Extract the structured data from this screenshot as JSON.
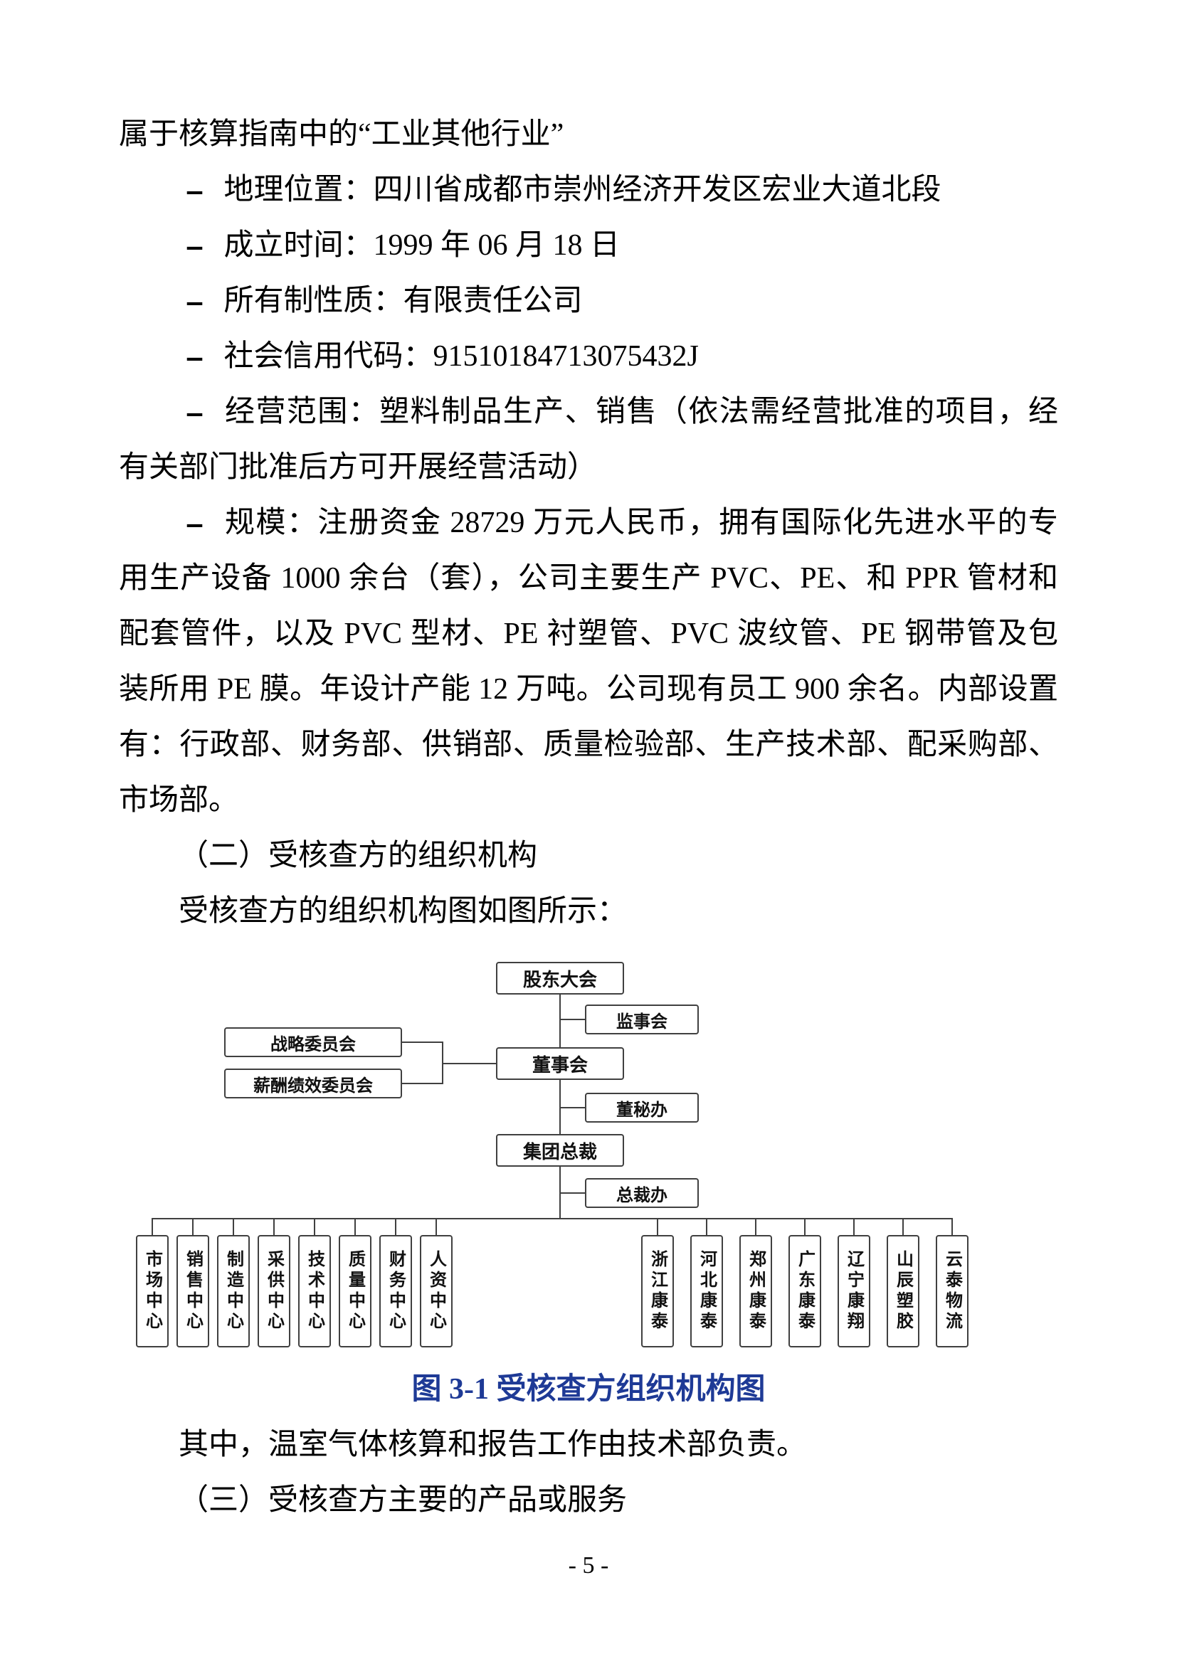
{
  "page": {
    "footer_page_number": "- 5 -"
  },
  "colors": {
    "caption_blue": "#1e3a96",
    "body_text": "#000000",
    "chart_line": "#404040"
  },
  "content": {
    "continuation_line": "属于核算指南中的“工业其他行业”",
    "bullet_marker": "–",
    "bullet_items": [
      "地理位置：四川省成都市崇州经济开发区宏业大道北段",
      "成立时间：1999 年 06 月 18 日",
      "所有制性质：有限责任公司",
      "社会信用代码：91510184713075432J",
      "经营范围：塑料制品生产、销售（依法需经营批准的项目，经有关部门批准后方可开展经营活动）",
      "规模：注册资金 28729 万元人民币，拥有国际化先进水平的专用生产设备 1000 余台（套），公司主要生产 PVC、PE、和 PPR 管材和配套管件，以及 PVC 型材、PE 衬塑管、PVC 波纹管、PE 钢带管及包装所用 PE 膜。年设计产能 12 万吨。公司现有员工 900 余名。内部设置有：行政部、财务部、供销部、质量检验部、生产技术部、配采购部、市场部。"
    ],
    "section2_heading": "（二）受核查方的组织机构",
    "org_intro": "受核查方的组织机构图如图所示：",
    "figure_caption": "图 3-1 受核查方组织机构图",
    "note_line": "其中，温室气体核算和报告工作由技术部负责。",
    "section3_heading": "（三）受核查方主要的产品或服务"
  },
  "org_chart": {
    "nodes": {
      "shareholders_meeting": "股东大会",
      "supervisory_board": "监事会",
      "board_of_directors": "董事会",
      "strategy_committee": "战略委员会",
      "compensation_committee": "薪酬绩效委员会",
      "board_secretary_office": "董秘办",
      "group_president": "集团总裁",
      "president_office": "总裁办"
    },
    "bottom_units": [
      "市场中心",
      "销售中心",
      "制造中心",
      "采供中心",
      "技术中心",
      "质量中心",
      "财务中心",
      "人资中心",
      "浙江康泰",
      "河北康泰",
      "郑州康泰",
      "广东康泰",
      "辽宁康翔",
      "山辰塑胶",
      "云泰物流"
    ]
  }
}
